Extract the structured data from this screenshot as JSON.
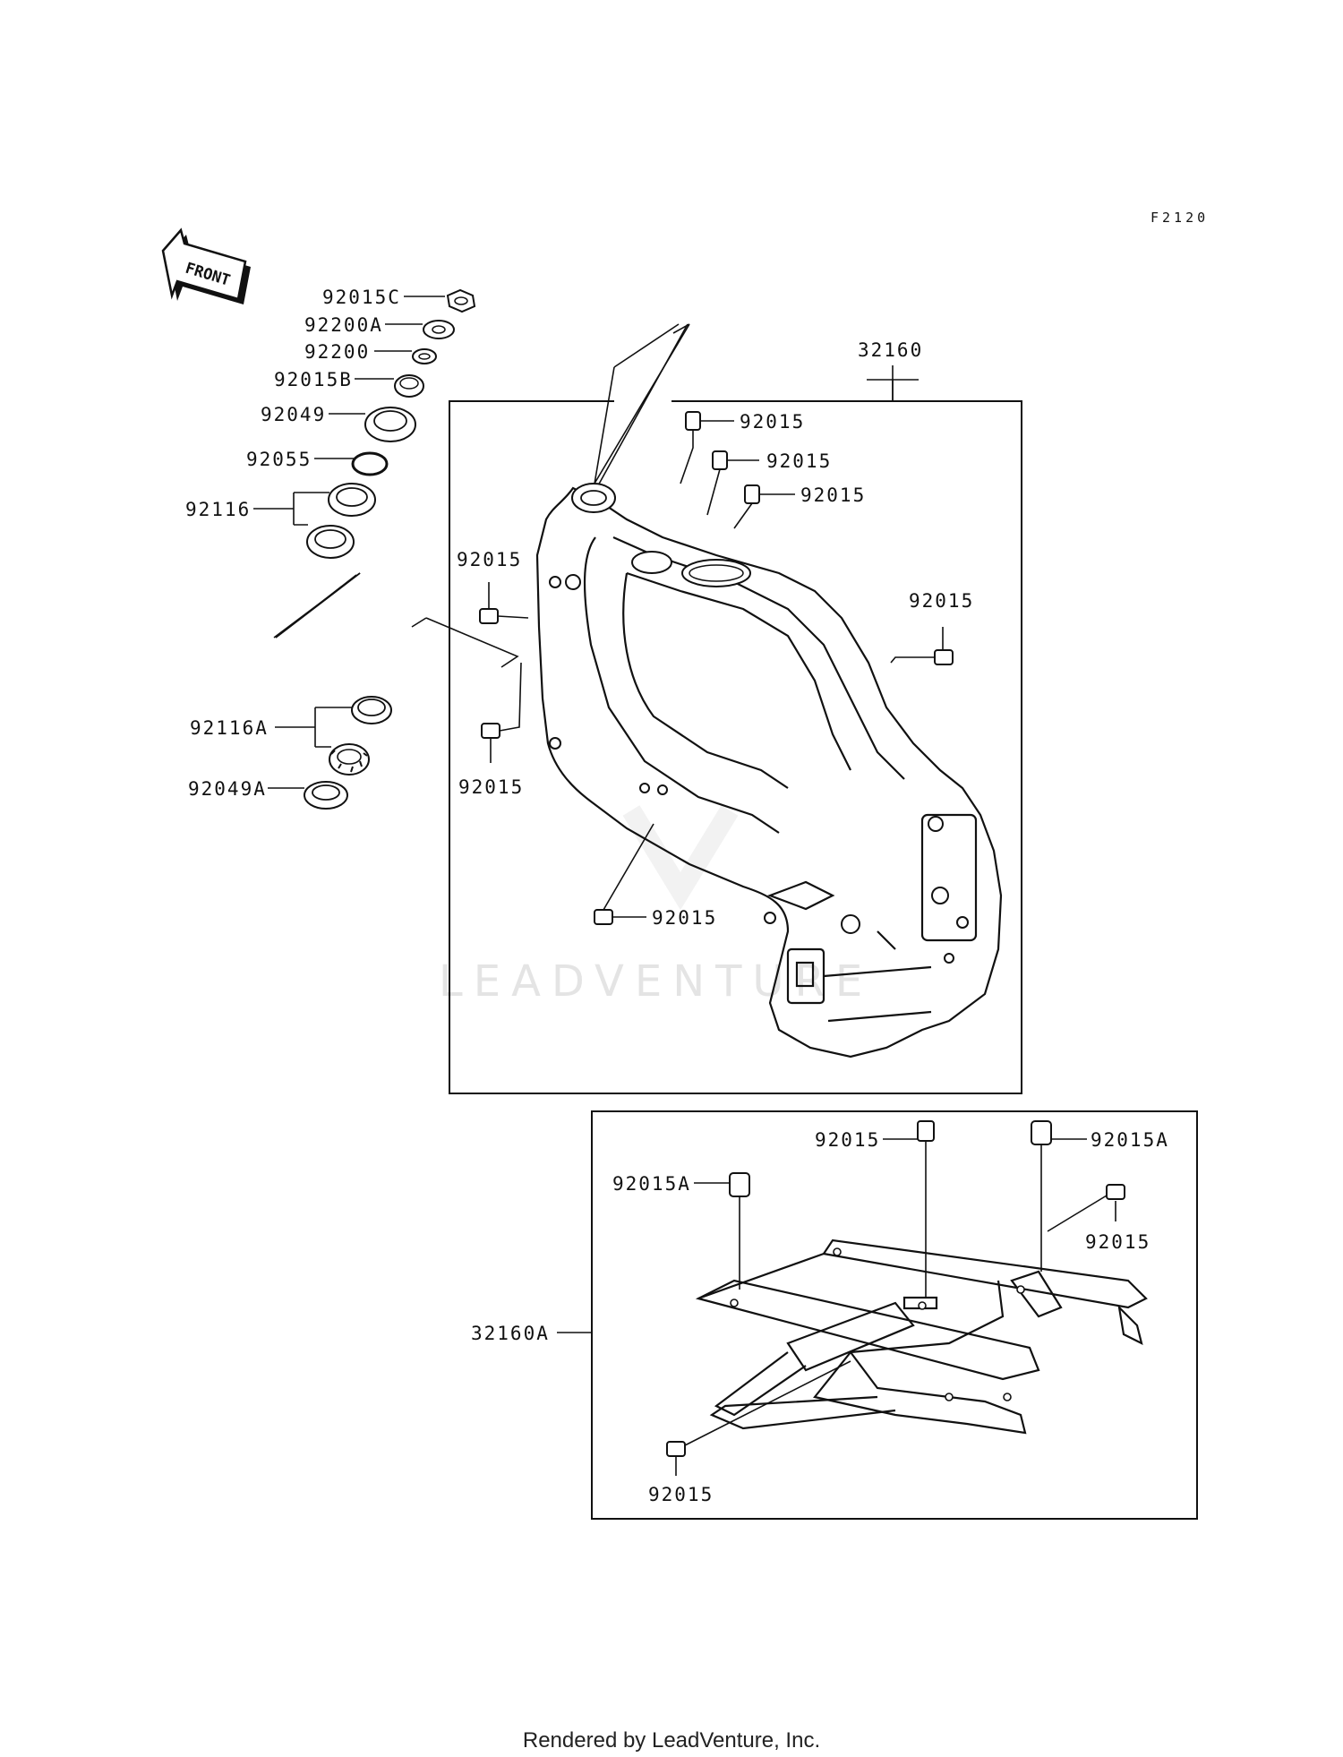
{
  "figure_code": "F2120",
  "front_label": "FRONT",
  "watermark": "LEADVENTURE",
  "footer": "Rendered by LeadVenture, Inc.",
  "callouts": {
    "c_92015C": "92015C",
    "c_92200A": "92200A",
    "c_92200": "92200",
    "c_92015B": "92015B",
    "c_92049": "92049",
    "c_92055": "92055",
    "c_92116": "92116",
    "c_92116A": "92116A",
    "c_92049A": "92049A",
    "c_32160": "32160",
    "c_32160A": "32160A",
    "f1": "92015",
    "f2": "92015",
    "f3": "92015",
    "f4": "92015",
    "f5": "92015",
    "f6": "92015",
    "f7": "92015",
    "s1": "92015",
    "s2": "92015A",
    "s3": "92015A",
    "s4": "92015",
    "s5": "92015"
  }
}
